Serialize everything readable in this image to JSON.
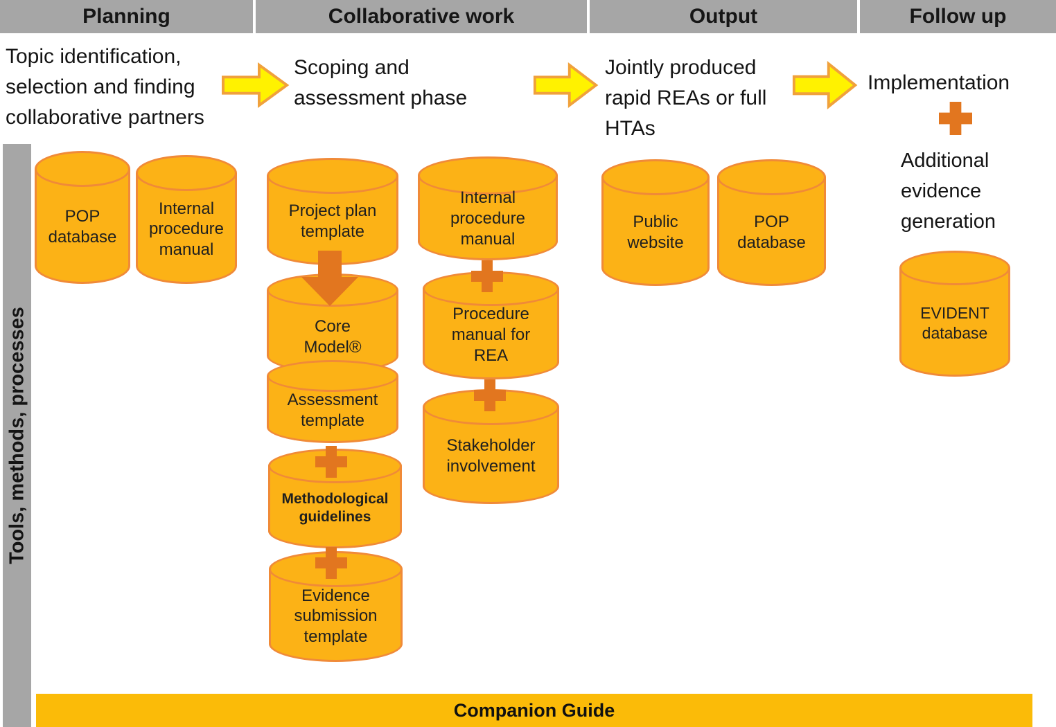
{
  "header": {
    "phases": [
      "Planning",
      "Collaborative work",
      "Output",
      "Follow up"
    ]
  },
  "flow": {
    "planning_text": {
      "lines": [
        "Topic identification,",
        "selection and finding",
        "collaborative partners"
      ]
    },
    "collaborative_text": {
      "lines": [
        "Scoping and",
        "assessment phase"
      ]
    },
    "output_text": {
      "lines": [
        "Jointly produced",
        "rapid REAs or full",
        "HTAs"
      ]
    },
    "followup_text": {
      "lines": [
        "Implementation"
      ]
    },
    "additional_text": {
      "lines": [
        "Additional",
        "evidence",
        "generation"
      ]
    }
  },
  "sidebar": {
    "label": "Tools, methods, processes"
  },
  "cylinders": {
    "planning_pop": {
      "lines": [
        "POP",
        "database"
      ]
    },
    "planning_manual": {
      "lines": [
        "Internal",
        "procedure",
        "manual"
      ]
    },
    "project_plan": {
      "lines": [
        "Project plan",
        "template"
      ]
    },
    "core_model": {
      "lines": [
        "Core",
        "Model®"
      ]
    },
    "assessment_template": {
      "lines": [
        "Assessment",
        "template"
      ]
    },
    "methodological_guidelines": {
      "lines": [
        "Methodological",
        "guidelines"
      ]
    },
    "evidence_submission": {
      "lines": [
        "Evidence",
        "submission",
        "template"
      ]
    },
    "collab_manual": {
      "lines": [
        "Internal",
        "procedure",
        "manual"
      ]
    },
    "rea_manual": {
      "lines": [
        "Procedure",
        "manual for",
        "REA"
      ]
    },
    "stakeholder": {
      "lines": [
        "Stakeholder",
        "involvement"
      ]
    },
    "public_website": {
      "lines": [
        "Public",
        "website"
      ]
    },
    "output_pop": {
      "lines": [
        "POP",
        "database"
      ]
    },
    "evident": {
      "lines": [
        "EVIDENT",
        "database"
      ]
    }
  },
  "footer": {
    "label": "Companion Guide"
  },
  "colors": {
    "header_gray": "#A6A6A6",
    "cylinder_fill": "#FCB216",
    "cylinder_stroke": "#F08A38",
    "arrow_yellow": "#FFF200",
    "arrow_border": "#F0A13C",
    "plus_orange": "#E2761F",
    "footer_gold": "#FBBB08"
  }
}
